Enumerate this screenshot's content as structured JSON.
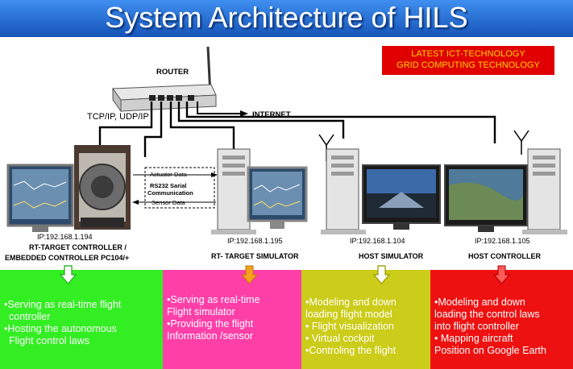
{
  "title": "System Architecture of HILS",
  "badge": {
    "line1": "LATEST  ICT-TECHNOLOGY",
    "line2": "GRID COMPUTING TECHNOLOGY"
  },
  "router_label": "ROUTER",
  "protocol_label": "TCP/IP, UDP/IP",
  "internet_label": "INTERNET",
  "serial_box": {
    "actuator": "Actuator Data",
    "rs232_line1": "RS232 Sarial",
    "rs232_line2": "Communication",
    "sensor": "Sensor Data"
  },
  "nodes": [
    {
      "ip": "IP:192.168.1.194",
      "name_line1": "RT-TARGET CONTROLLER /",
      "name_line2": "EMBEDDED CONTROLLER PC104/+"
    },
    {
      "ip": "IP:192.168.1.195",
      "name_line1": "RT- TARGET SIMULATOR"
    },
    {
      "ip": "IP:192.168.1.104",
      "name_line1": "HOST SIMULATOR"
    },
    {
      "ip": "IP:192.168.1.105",
      "name_line1": "HOST CONTROLLER"
    }
  ],
  "panels": [
    {
      "color": "#33ee22",
      "items": [
        "•Serving as real-time flight",
        "  controller",
        "•Hosting the autonomous",
        "  Flight control laws"
      ]
    },
    {
      "color": "#ff3fa8",
      "items": [
        "•Serving as real-time",
        "Flight simulator",
        "•Providing the flight",
        "Information /sensor"
      ]
    },
    {
      "color": "#cccc1a",
      "items": [
        "•Modeling and down",
        "loading flight model",
        "• Flight visualization",
        "• Virtual  cockpit",
        "•Controling the flight"
      ]
    },
    {
      "color": "#ee1111",
      "items": [
        "•Modeling and down",
        " loading the control laws",
        " into flight controller",
        "• Mapping aircraft",
        "  Position on Google Earth"
      ]
    }
  ],
  "colors": {
    "title_bg": "#1f6fd0",
    "badge_bg": "#e00000",
    "badge_text": "#ffd400"
  },
  "icons": [
    "router-icon",
    "tower-pc-icon",
    "monitor-icon",
    "antenna-icon",
    "embedded-controller-icon",
    "down-arrow-icon"
  ]
}
